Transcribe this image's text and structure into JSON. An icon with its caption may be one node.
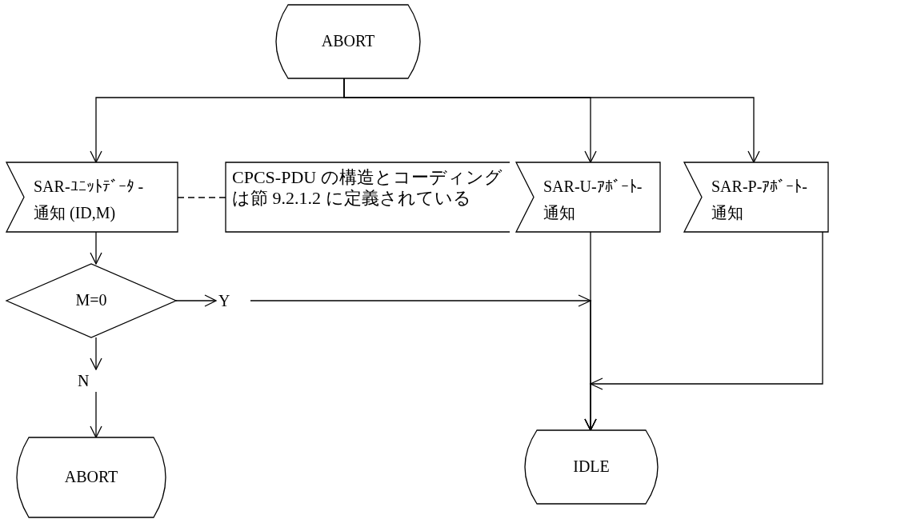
{
  "diagram": {
    "nodes": [
      {
        "text": [
          "ABORT"
        ]
      },
      {
        "text": [
          "SAR-ﾕﾆｯﾄﾃﾞｰﾀ -通知 (ID,M)"
        ]
      },
      {
        "text": [
          "CPCS-PDU の構造とコーディングは節 9.2.1.2 に定義されている"
        ]
      },
      {
        "text": [
          "SAR-U-ｱﾎﾞｰﾄ- 通知"
        ]
      },
      {
        "text": [
          "SAR-P-ｱﾎﾞｰﾄ- 通知"
        ]
      },
      {
        "text": [
          "M=0"
        ]
      },
      {
        "text": [
          "Y"
        ]
      },
      {
        "text": [
          "N"
        ]
      },
      {
        "text": [
          "ABORT"
        ]
      },
      {
        "text": [
          "IDLE"
        ]
      }
    ],
    "edges": [
      {
        "from": 0,
        "to": 1,
        "arrow": "to"
      },
      {
        "from": 0,
        "to": 3,
        "arrow": "to"
      },
      {
        "from": 0,
        "to": 4,
        "arrow": "to"
      },
      {
        "from": 1,
        "to": 2,
        "arrow": "none",
        "style": "dashed"
      },
      {
        "from": 1,
        "to": 5,
        "arrow": "to"
      },
      {
        "from": 5,
        "to": 6,
        "arrow": "to"
      },
      {
        "from": 6,
        "to": 9,
        "arrow": "to"
      },
      {
        "from": 3,
        "to": 9,
        "arrow": "to"
      },
      {
        "from": 4,
        "to": 9,
        "arrow": "to"
      },
      {
        "from": 5,
        "to": 7,
        "arrow": "to"
      },
      {
        "from": 7,
        "to": 8,
        "arrow": "to"
      }
    ]
  }
}
